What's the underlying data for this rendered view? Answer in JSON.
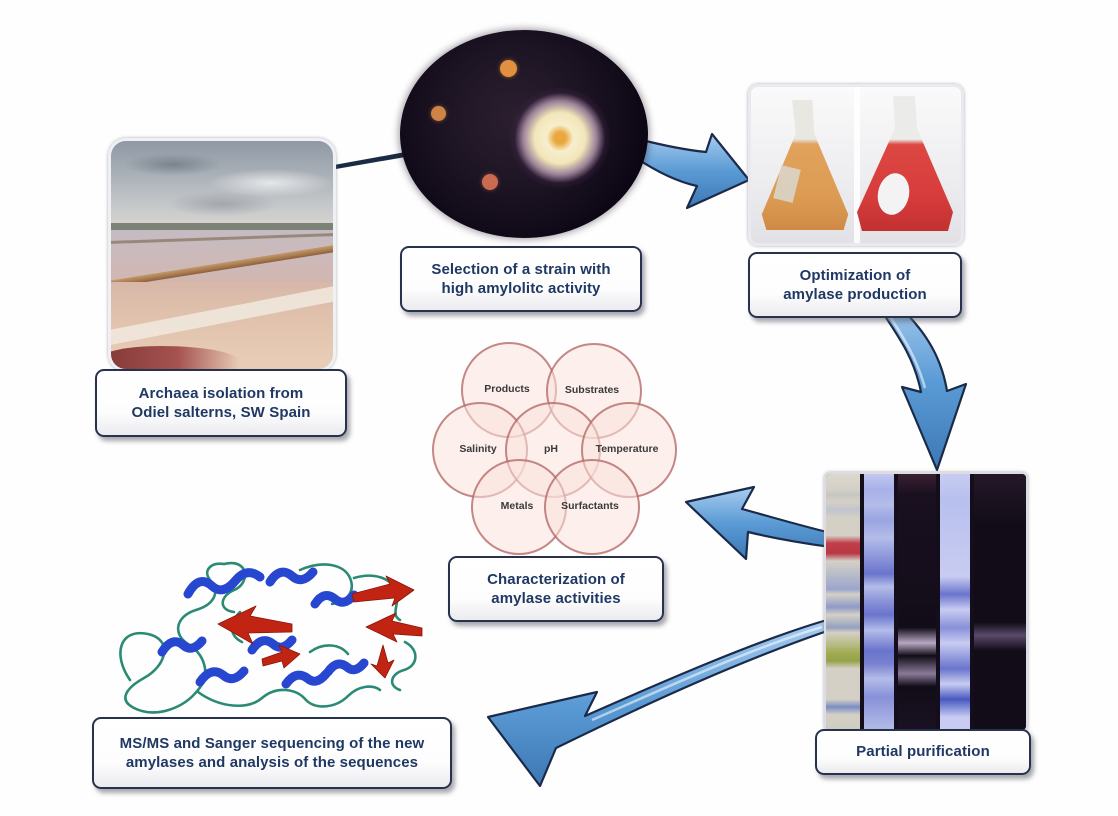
{
  "boxes": [
    {
      "id": "archaea",
      "label": "Archaea isolation from\nOdiel salterns, SW Spain"
    },
    {
      "id": "selection",
      "label": "Selection of a strain with\nhigh amylolitc activity"
    },
    {
      "id": "optimization",
      "label": "Optimization of\namylase production"
    },
    {
      "id": "partial",
      "label": "Partial purification"
    },
    {
      "id": "characterization",
      "label": "Characterization of\namylase activities"
    },
    {
      "id": "sequencing",
      "label": "MS/MS and Sanger sequencing of the new\namylases and analysis of the sequences"
    }
  ],
  "venn": {
    "items": [
      {
        "label": "Products"
      },
      {
        "label": "Substrates"
      },
      {
        "label": "Salinity"
      },
      {
        "label": "pH"
      },
      {
        "label": "Temperature"
      },
      {
        "label": "Metals"
      },
      {
        "label": "Surfactants"
      }
    ]
  },
  "images": {
    "salterns": "salterns-photo",
    "petri_dish": "petri-dish-photo",
    "flasks": "culture-flasks-photo",
    "gel": "electrophoresis-gel-photo",
    "protein": "protein-ribbon-structure"
  },
  "colors": {
    "box_text_navy": "#1f3864",
    "box_border": "#27324d",
    "arrow_blue_light": "#a9cdf0",
    "arrow_blue_dark": "#3c78b4",
    "arrow_outline": "#1b2a49",
    "venn_fill": "#f9e2dd",
    "venn_border": "#9e4242",
    "colony_orange": "#e2903f",
    "halo_cream": "#f7eecd",
    "flask_left_liquid": "#dd9c54",
    "flask_right_liquid": "#d63c3c"
  }
}
